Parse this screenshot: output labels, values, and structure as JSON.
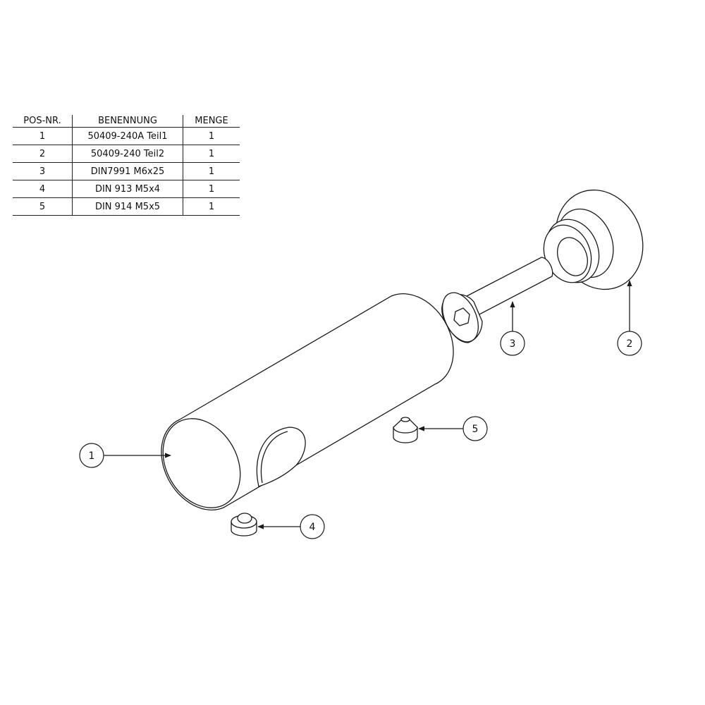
{
  "bom": {
    "headers": [
      "POS-NR.",
      "BENENNUNG",
      "MENGE"
    ],
    "rows": [
      [
        "1",
        "50409-240A Teil1",
        "1"
      ],
      [
        "2",
        "50409-240 Teil2",
        "1"
      ],
      [
        "3",
        "DIN7991 M6x25",
        "1"
      ],
      [
        "4",
        "DIN 913 M5x4",
        "1"
      ],
      [
        "5",
        "DIN 914 M5x5",
        "1"
      ]
    ]
  },
  "balloons": [
    {
      "label": "1",
      "part": "cylinder-body"
    },
    {
      "label": "2",
      "part": "flange-disc"
    },
    {
      "label": "3",
      "part": "countersunk-screw"
    },
    {
      "label": "4",
      "part": "set-screw-flat"
    },
    {
      "label": "5",
      "part": "set-screw-cone"
    }
  ],
  "colors": {
    "line": "#1a1a1a",
    "background": "#ffffff"
  }
}
